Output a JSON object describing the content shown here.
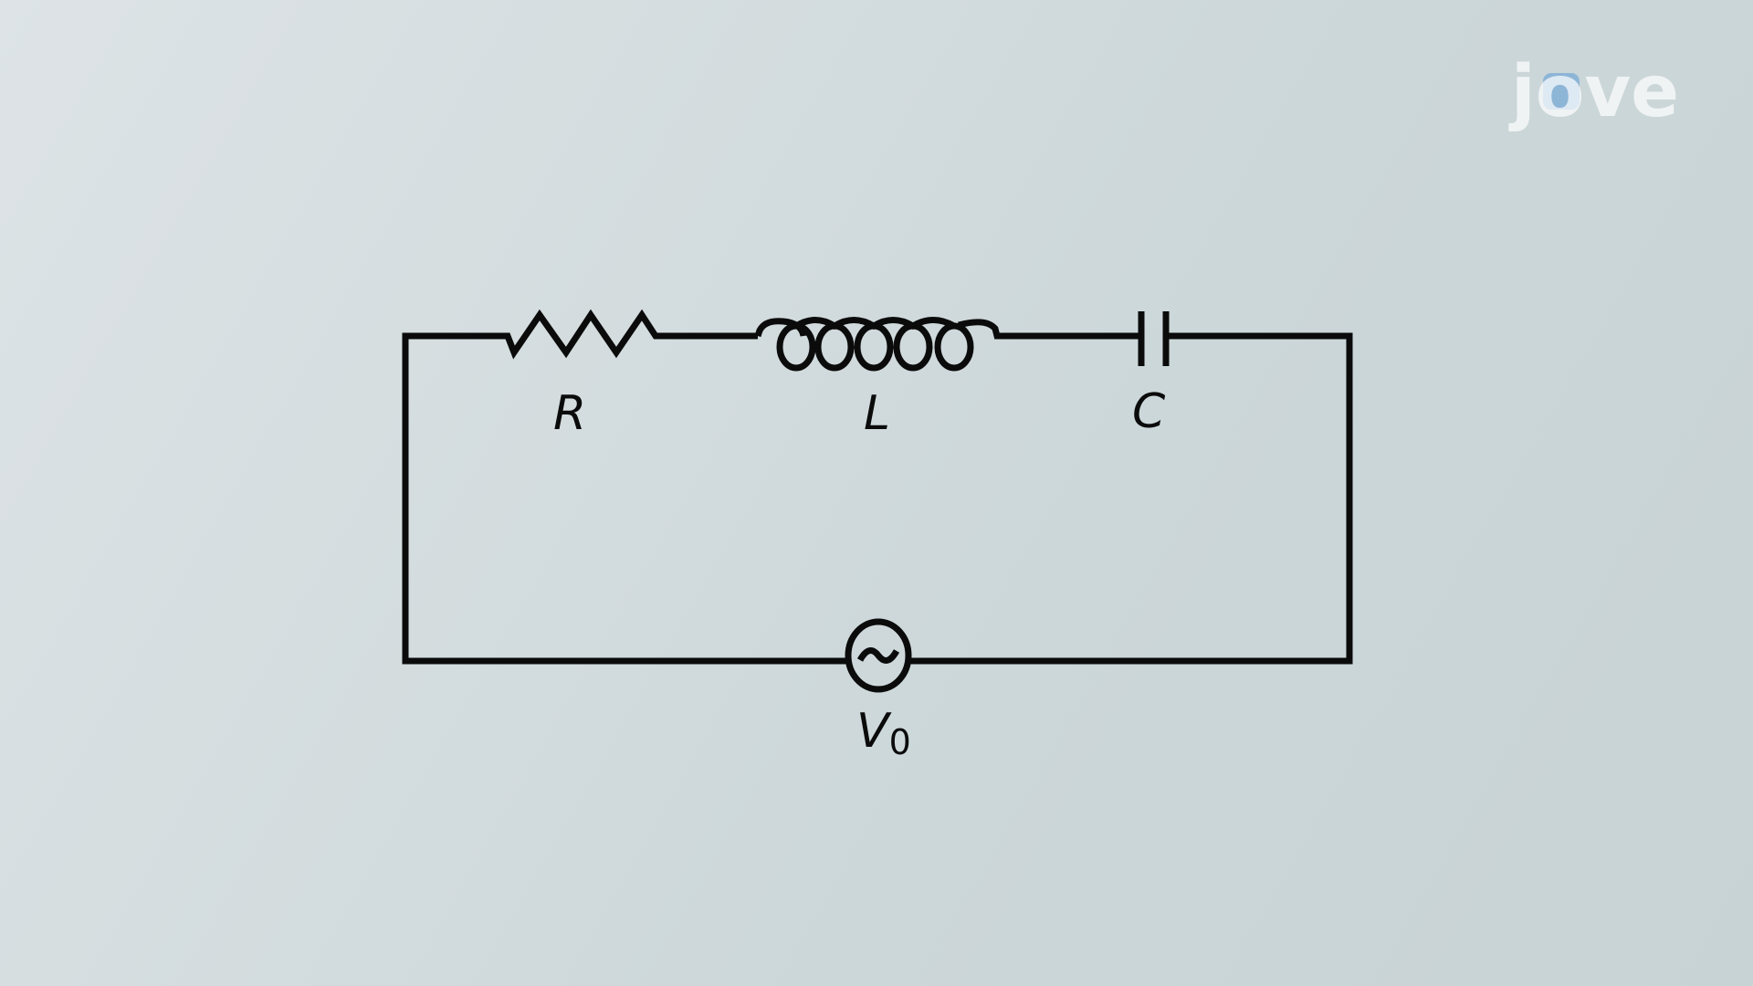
{
  "watermark": {
    "brand": "jove",
    "bubble_color": "#5b9bd5"
  },
  "diagram": {
    "components": [
      {
        "id": "resistor",
        "symbol": "R"
      },
      {
        "id": "inductor",
        "symbol": "L"
      },
      {
        "id": "capacitor",
        "symbol": "C"
      },
      {
        "id": "ac-source",
        "symbol": "V",
        "subscript": "0"
      }
    ],
    "colors": {
      "line": "#0b0b0b",
      "background": "#d2dbdd"
    }
  }
}
